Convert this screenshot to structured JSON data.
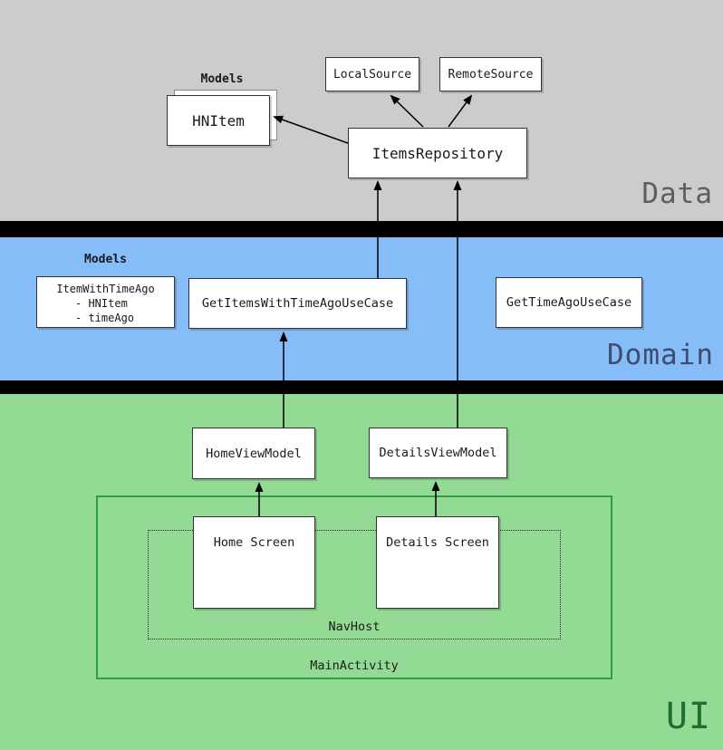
{
  "layers": {
    "data": {
      "band_label": "Data",
      "models_group_label": "Models",
      "hnitem_label": "HNItem",
      "local_source_label": "LocalSource",
      "remote_source_label": "RemoteSource",
      "items_repository_label": "ItemsRepository"
    },
    "domain": {
      "band_label": "Domain",
      "models_group_label": "Models",
      "item_with_time_ago": {
        "title": "ItemWithTimeAgo",
        "fields": [
          "- HNItem",
          "- timeAgo"
        ]
      },
      "get_items_with_time_ago_use_case_label": "GetItemsWithTimeAgoUseCase",
      "get_time_ago_use_case_label": "GetTimeAgoUseCase"
    },
    "ui": {
      "band_label": "UI",
      "home_view_model_label": "HomeViewModel",
      "details_view_model_label": "DetailsViewModel",
      "home_screen_label": "Home Screen",
      "details_screen_label": "Details Screen",
      "nav_host_label": "NavHost",
      "main_activity_label": "MainActivity"
    }
  },
  "relationships": [
    "ItemsRepository -> HNItem",
    "ItemsRepository -> LocalSource",
    "ItemsRepository -> RemoteSource",
    "GetItemsWithTimeAgoUseCase -> ItemsRepository",
    "DetailsViewModel -> ItemsRepository",
    "HomeViewModel -> GetItemsWithTimeAgoUseCase",
    "Home Screen -> HomeViewModel",
    "Details Screen -> DetailsViewModel"
  ],
  "colors": {
    "data_band_bg": "#cccccc",
    "domain_band_bg": "#86bcf8",
    "ui_band_bg": "#93db95",
    "separator_bar": "#000000",
    "data_band_label": "#5e5e5e",
    "domain_band_label": "#3e4c70",
    "ui_band_label": "#1d6e2f",
    "main_activity_border": "#2c9e47",
    "box_bg": "#ffffff",
    "box_border": "#333333",
    "arrow": "#000000"
  }
}
